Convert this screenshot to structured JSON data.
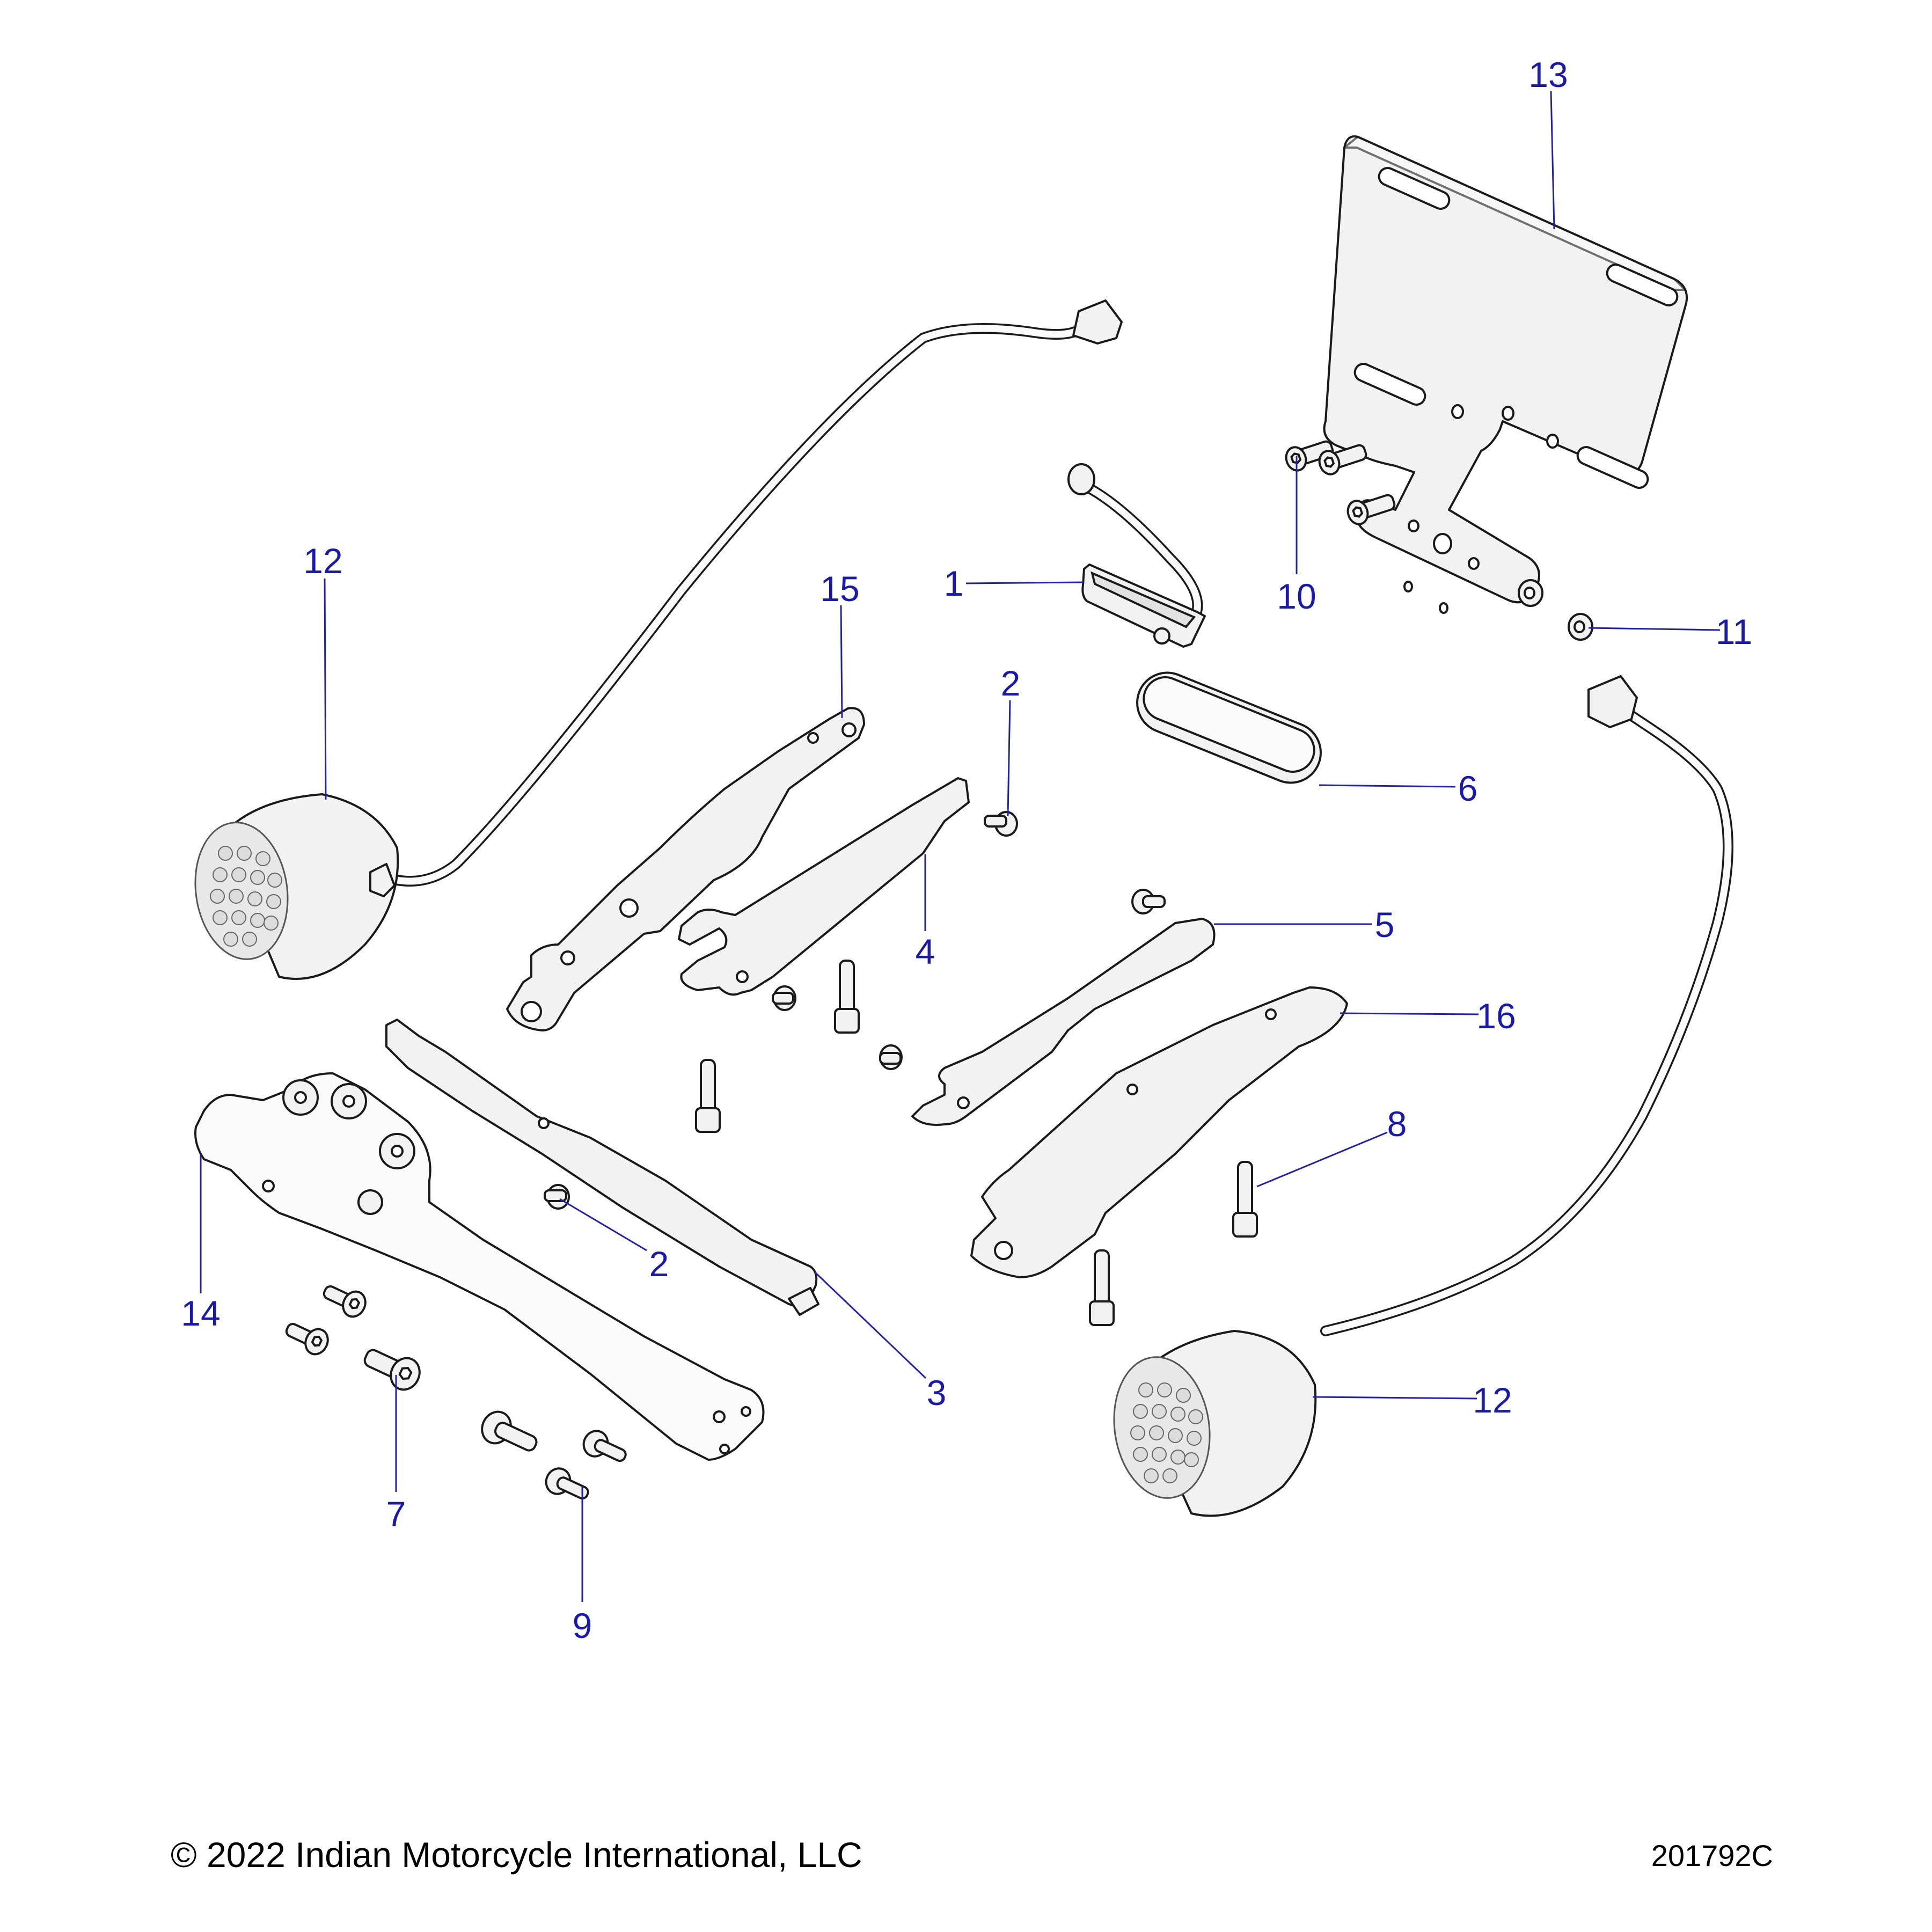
{
  "diagram": {
    "type": "exploded-parts-diagram",
    "subject": "rear fender / license plate bracket with turn signals and license light",
    "callout_color": "#1a1aa8",
    "callouts": [
      {
        "id": "c13",
        "label": "13",
        "part": "license-plate-bracket"
      },
      {
        "id": "c12a",
        "label": "12",
        "part": "turn-signal-left"
      },
      {
        "id": "c15",
        "label": "15",
        "part": "bracket-upper-left"
      },
      {
        "id": "c1",
        "label": "1",
        "part": "license-plate-light"
      },
      {
        "id": "c10",
        "label": "10",
        "part": "screw-socket-head"
      },
      {
        "id": "c11",
        "label": "11",
        "part": "nut"
      },
      {
        "id": "c2a",
        "label": "2",
        "part": "rivet-upper"
      },
      {
        "id": "c6",
        "label": "6",
        "part": "reflector"
      },
      {
        "id": "c4",
        "label": "4",
        "part": "strap-left"
      },
      {
        "id": "c5",
        "label": "5",
        "part": "strap-right"
      },
      {
        "id": "c16",
        "label": "16",
        "part": "bracket-upper-right"
      },
      {
        "id": "c8",
        "label": "8",
        "part": "bolt-long"
      },
      {
        "id": "c2b",
        "label": "2",
        "part": "rivet-lower"
      },
      {
        "id": "c14",
        "label": "14",
        "part": "support-arm"
      },
      {
        "id": "c3",
        "label": "3",
        "part": "stud-bar"
      },
      {
        "id": "c12b",
        "label": "12",
        "part": "turn-signal-right"
      },
      {
        "id": "c7",
        "label": "7",
        "part": "screw-socket-head-large"
      },
      {
        "id": "c9",
        "label": "9",
        "part": "bolt-shoulder"
      }
    ]
  },
  "footer": {
    "copyright": "© 2022 Indian Motorcycle International, LLC",
    "part_number": "201792C"
  }
}
